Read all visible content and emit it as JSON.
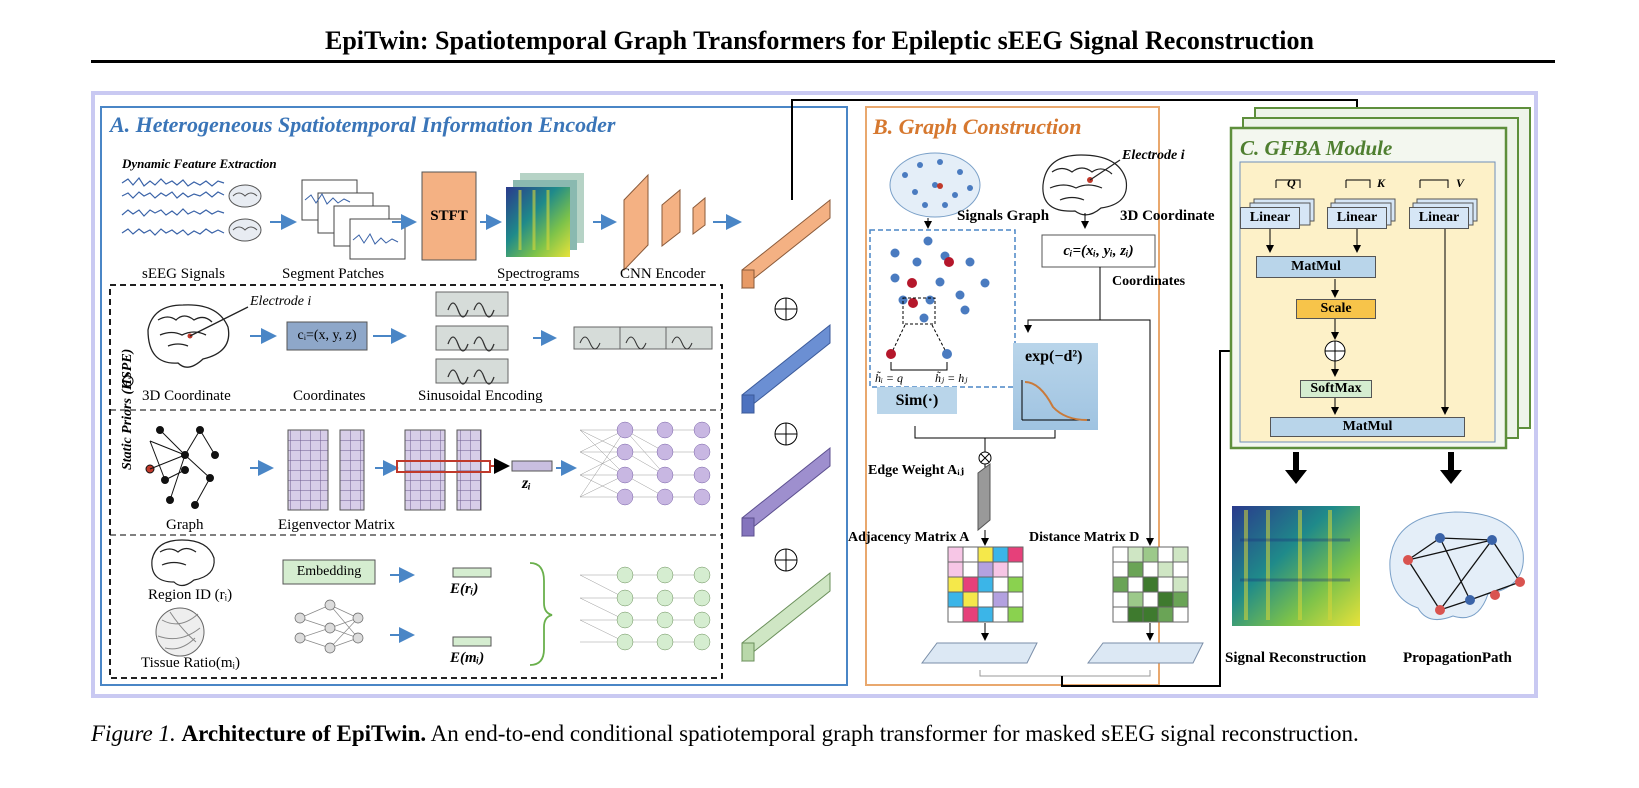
{
  "title": "EpiTwin: Spatiotemporal Graph Transformers for Epileptic sEEG Signal Reconstruction",
  "panel_a": {
    "title": "A. Heterogeneous Spatiotemporal Information Encoder",
    "dynamic_feature_extraction": "Dynamic Feature Extraction",
    "seeg_signals": "sEEG Signals",
    "segment_patches": "Segment Patches",
    "stft": "STFT",
    "spectrograms": "Spectrograms",
    "cnn_encoder": "CNN Encoder",
    "static_priors": "Static Priors (HSPE)",
    "electrode_i": "Electrode i",
    "coordinate_formula": "cᵢ=(x, y, z)",
    "coord_3d": "3D Coordinate",
    "coordinates": "Coordinates",
    "sinusoidal_encoding": "Sinusoidal Encoding",
    "graph": "Graph",
    "eigenvector_matrix": "Eigenvector Matrix",
    "z_i": "zᵢ",
    "region_id": "Region ID (rᵢ)",
    "embedding": "Embedding",
    "e_r": "E(rᵢ)",
    "tissue_ratio": "Tissue Ratio(mᵢ)",
    "e_m": "E(mᵢ)"
  },
  "panel_b": {
    "title": "B. Graph Construction",
    "electrode_i": "Electrode i",
    "signals_graph": "Signals Graph",
    "coord_3d": "3D Coordinate",
    "coord_formula": "cᵢ=(xᵢ, yᵢ, zᵢ)",
    "coordinates": "Coordinates",
    "h_q": "h̃ᵢ = q",
    "h_h": "h̃ⱼ = hⱼ",
    "sim": "Sim(·)",
    "exp": "exp(−d²)",
    "edge_weight": "Edge Weight Aᵢⱼ",
    "adjacency": "Adjacency Matrix A",
    "distance": "Distance Matrix D"
  },
  "panel_c": {
    "title": "C. GFBA Module",
    "q": "Q",
    "k": "K",
    "v": "V",
    "linear": "Linear",
    "matmul": "MatMul",
    "scale": "Scale",
    "softmax": "SoftMax",
    "signal_reconstruction": "Signal Reconstruction",
    "propagation_path": "PropagationPath"
  },
  "caption": {
    "label": "Figure 1.",
    "bold": "Architecture of EpiTwin.",
    "text": "An end-to-end conditional spatiotemporal graph transformer for masked sEEG signal reconstruction."
  },
  "colors": {
    "panel_a_border": "#4a86c6",
    "panel_b_border": "#e9a86e",
    "panel_c_border": "#5e8f3c",
    "stft_orange": "#f4b183",
    "blue_bar": "#6b8fd3",
    "purple_bar": "#9e8fce",
    "green_bar": "#cfe6c4"
  }
}
